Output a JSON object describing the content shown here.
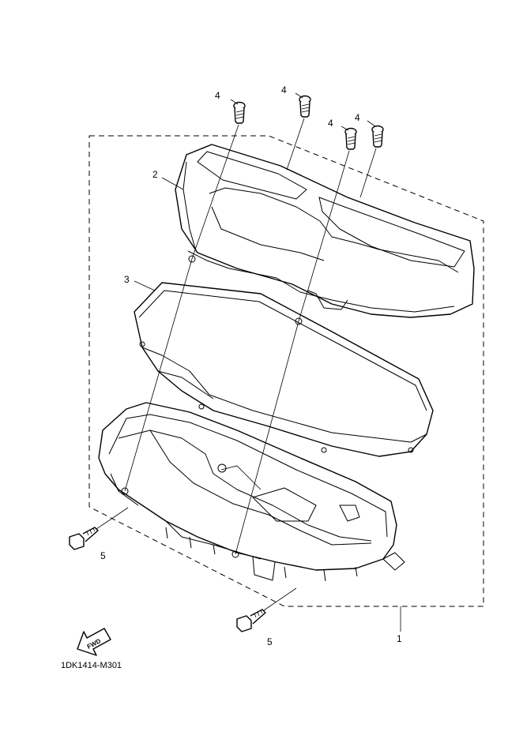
{
  "callouts": {
    "part_1": "1",
    "part_2": "2",
    "part_3": "3",
    "part_4a": "4",
    "part_4b": "4",
    "part_4c": "4",
    "part_4d": "4",
    "part_5a": "5",
    "part_5b": "5"
  },
  "fwd_label": "FWD",
  "diagram_code": "1DK1414-M301"
}
